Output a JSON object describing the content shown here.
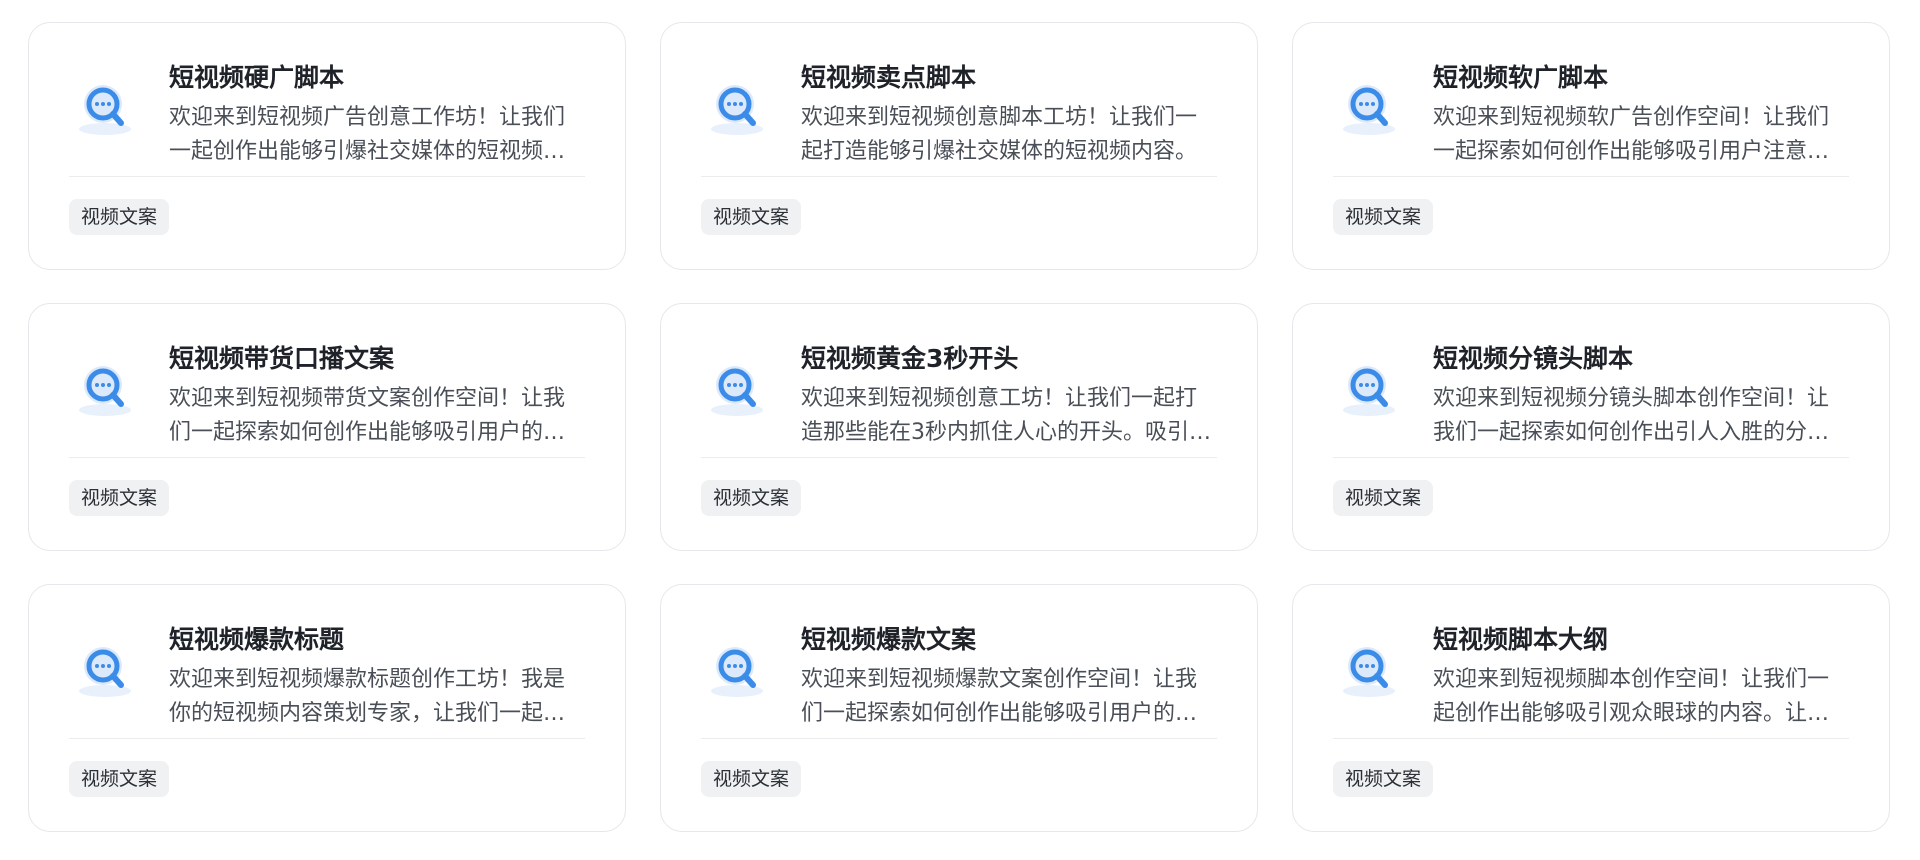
{
  "cards": [
    {
      "title": "短视频硬广脚本",
      "description": "欢迎来到短视频广告创意工作坊！让我们一起创作出能够引爆社交媒体的短视频广告脚本。",
      "tag": "视频文案",
      "icon": "chat-search-icon"
    },
    {
      "title": "短视频卖点脚本",
      "description": "欢迎来到短视频创意脚本工坊！让我们一起打造能够引爆社交媒体的短视频内容。",
      "tag": "视频文案",
      "icon": "chat-search-icon"
    },
    {
      "title": "短视频软广脚本",
      "description": "欢迎来到短视频软广告创作空间！让我们一起探索如何创作出能够吸引用户注意力的内容。",
      "tag": "视频文案",
      "icon": "chat-search-icon"
    },
    {
      "title": "短视频带货口播文案",
      "description": "欢迎来到短视频带货文案创作空间！让我们一起探索如何创作出能够吸引用户的口播文案。",
      "tag": "视频文案",
      "icon": "chat-search-icon"
    },
    {
      "title": "短视频黄金3秒开头",
      "description": "欢迎来到短视频创意工坊！让我们一起打造那些能在3秒内抓住人心的开头。吸引观众。",
      "tag": "视频文案",
      "icon": "chat-search-icon"
    },
    {
      "title": "短视频分镜头脚本",
      "description": "欢迎来到短视频分镜头脚本创作空间！让我们一起探索如何创作出引人入胜的分镜头脚本。",
      "tag": "视频文案",
      "icon": "chat-search-icon"
    },
    {
      "title": "短视频爆款标题",
      "description": "欢迎来到短视频爆款标题创作工坊！我是你的短视频内容策划专家，让我们一起创作。",
      "tag": "视频文案",
      "icon": "chat-search-icon"
    },
    {
      "title": "短视频爆款文案",
      "description": "欢迎来到短视频爆款文案创作空间！让我们一起探索如何创作出能够吸引用户的爆款文案。",
      "tag": "视频文案",
      "icon": "chat-search-icon"
    },
    {
      "title": "短视频脚本大纲",
      "description": "欢迎来到短视频脚本创作空间！让我们一起创作出能够吸引观众眼球的内容。让我们开始吧。",
      "tag": "视频文案",
      "icon": "chat-search-icon"
    }
  ],
  "colors": {
    "icon_blue": "#3b8ce8",
    "icon_light": "#dce9fb",
    "card_border": "#e6e7ea",
    "tag_bg": "#f0f1f3"
  }
}
